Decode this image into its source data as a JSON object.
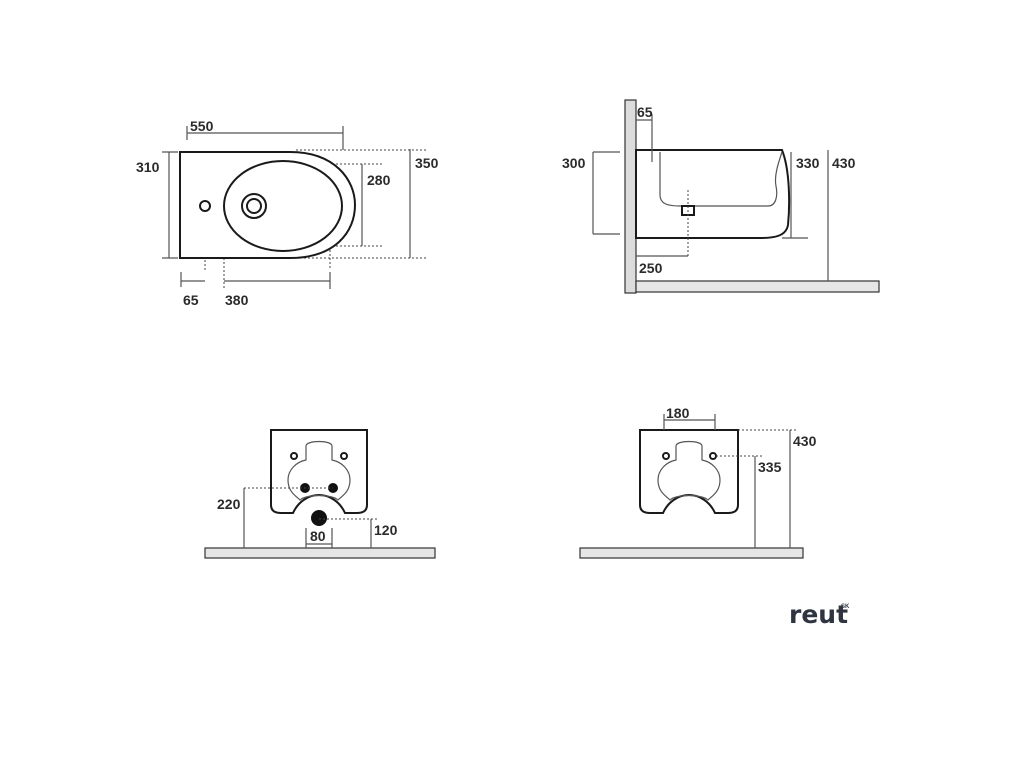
{
  "top_view": {
    "width_label": "550",
    "height_left_label": "310",
    "bowl_height_label": "280",
    "height_right_label": "350",
    "offset_label": "65",
    "bowl_width_label": "380"
  },
  "side_view": {
    "wall_offset_label": "65",
    "height_label": "300",
    "depth_label": "330",
    "total_height_label": "430",
    "drain_label": "250"
  },
  "rear_view": {
    "height_label": "220",
    "drain_height_label": "120",
    "drain_width_label": "80"
  },
  "front_view": {
    "bolt_spacing_label": "180",
    "total_height_label": "430",
    "bolt_height_label": "335"
  },
  "brand": {
    "name": "reut",
    "superscript": "SK"
  }
}
